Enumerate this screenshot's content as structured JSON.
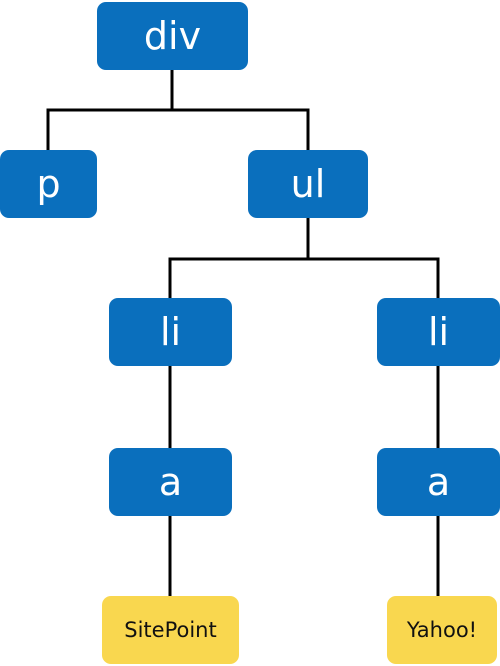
{
  "colors": {
    "element_node": "#0a6fbd",
    "text_node": "#f9d74f",
    "connector": "#000000"
  },
  "tree": {
    "root": {
      "label": "div"
    },
    "p": {
      "label": "p"
    },
    "ul": {
      "label": "ul"
    },
    "li_left": {
      "label": "li"
    },
    "li_right": {
      "label": "li"
    },
    "a_left": {
      "label": "a"
    },
    "a_right": {
      "label": "a"
    },
    "text_left": {
      "label": "SitePoint"
    },
    "text_right": {
      "label": "Yahoo!"
    }
  }
}
